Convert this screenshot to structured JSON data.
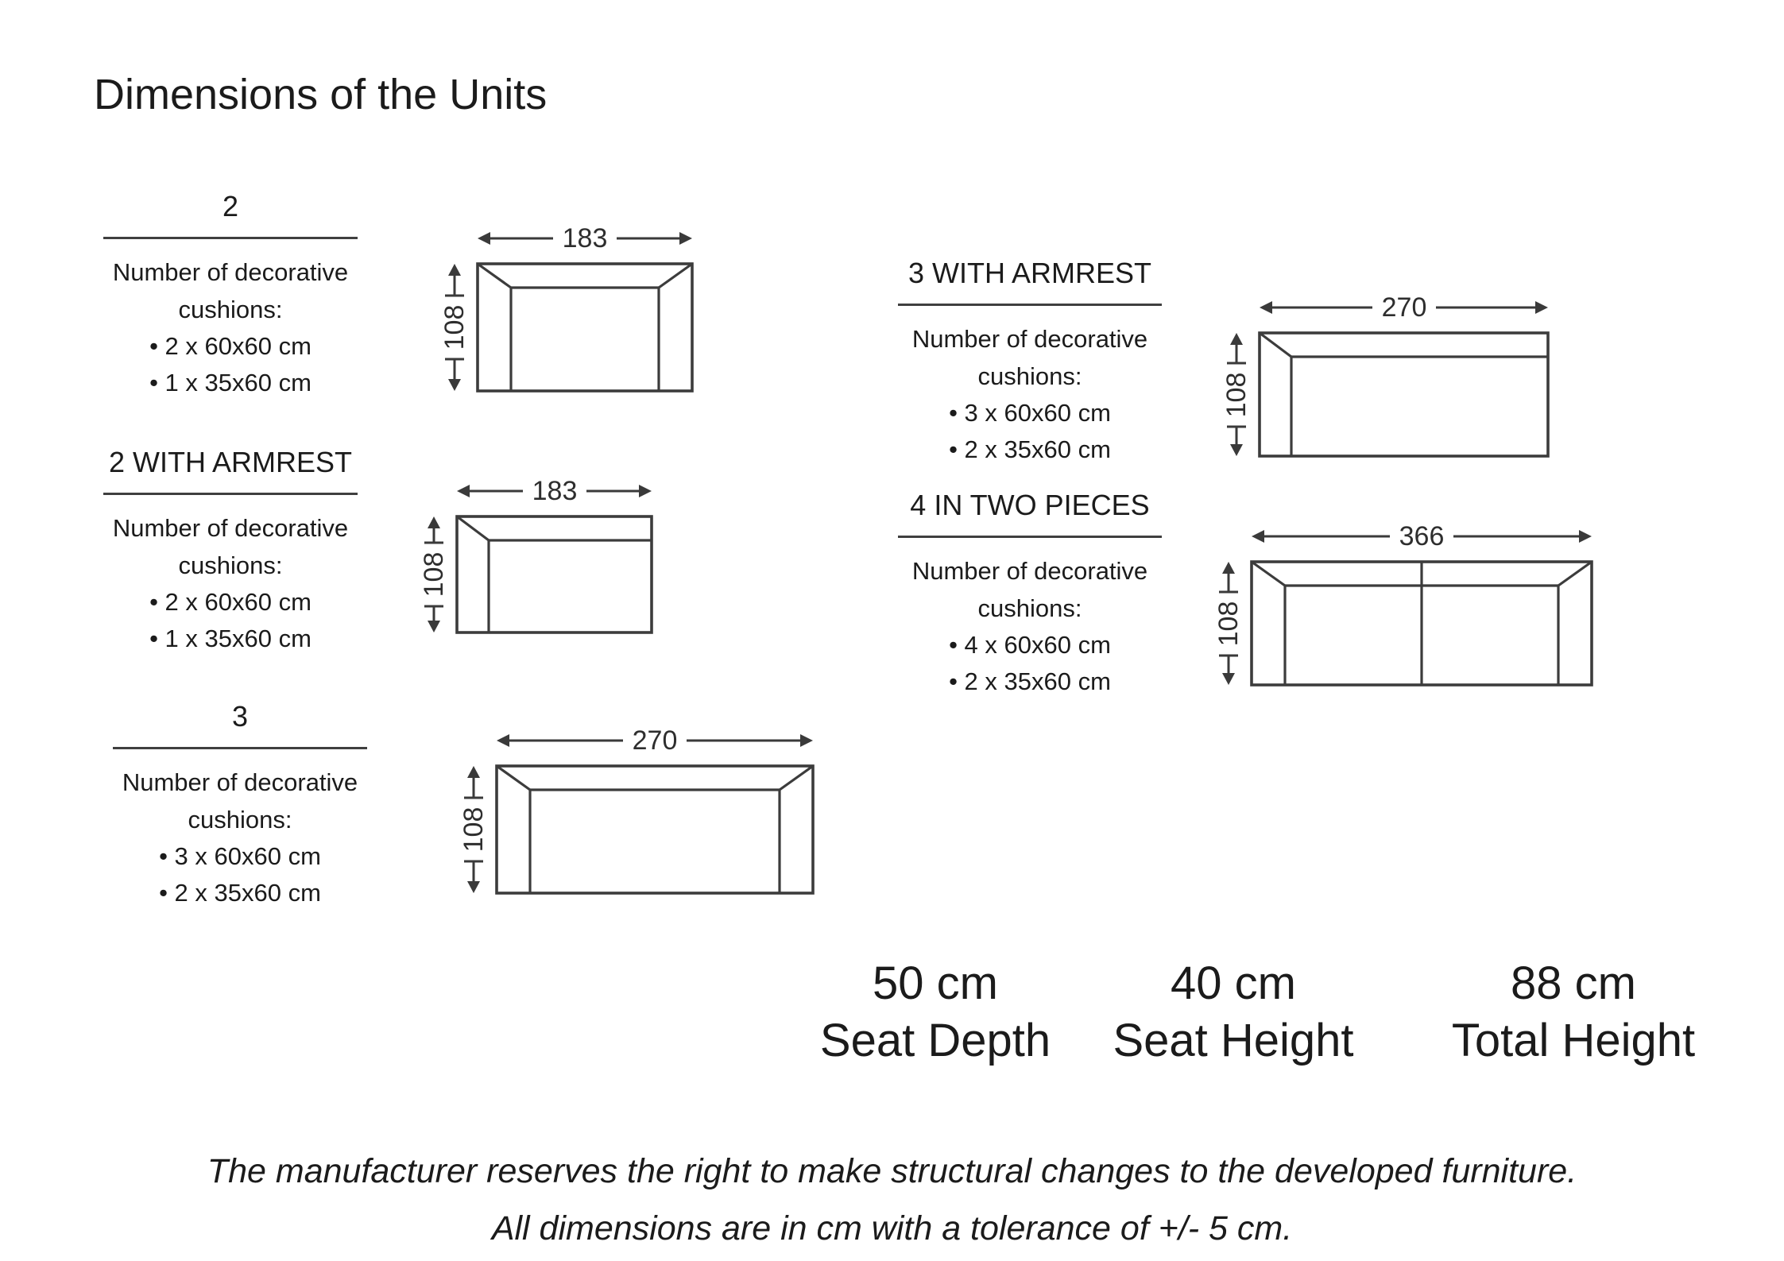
{
  "title": "Dimensions of the Units",
  "sections": {
    "two": {
      "heading": "2",
      "cushions_title": "Number of decorative cushions:",
      "bullets": [
        "• 2 x 60x60 cm",
        "• 1 x 35x60 cm"
      ],
      "width_cm": "183",
      "depth_cm": "108"
    },
    "two_armrest": {
      "heading": "2 WITH ARMREST",
      "cushions_title": "Number of decorative cushions:",
      "bullets": [
        "• 2 x 60x60 cm",
        "• 1 x 35x60 cm"
      ],
      "width_cm": "183",
      "depth_cm": "108"
    },
    "three": {
      "heading": "3",
      "cushions_title": "Number of decorative cushions:",
      "bullets": [
        "• 3 x 60x60 cm",
        "• 2 x 35x60 cm"
      ],
      "width_cm": "270",
      "depth_cm": "108"
    },
    "three_armrest": {
      "heading": "3 WITH ARMREST",
      "cushions_title": "Number of decorative cushions:",
      "bullets": [
        "• 3 x 60x60 cm",
        "• 2 x 35x60 cm"
      ],
      "width_cm": "270",
      "depth_cm": "108"
    },
    "four_two_pieces": {
      "heading": "4 IN TWO PIECES",
      "cushions_title": "Number of decorative cushions:",
      "bullets": [
        "• 4 x 60x60 cm",
        "• 2 x 35x60 cm"
      ],
      "width_cm": "366",
      "depth_cm": "108"
    }
  },
  "stats": [
    {
      "value": "50 cm",
      "label": "Seat Depth"
    },
    {
      "value": "40 cm",
      "label": "Seat Height"
    },
    {
      "value": "88 cm",
      "label": "Total Height"
    }
  ],
  "disclaimer": {
    "line1": "The manufacturer reserves the right to make structural changes to the developed furniture.",
    "line2": "All dimensions are in cm with a tolerance of +/- 5 cm."
  },
  "colors": {
    "ink": "#1b1b1b",
    "line": "#3a3a3a"
  }
}
